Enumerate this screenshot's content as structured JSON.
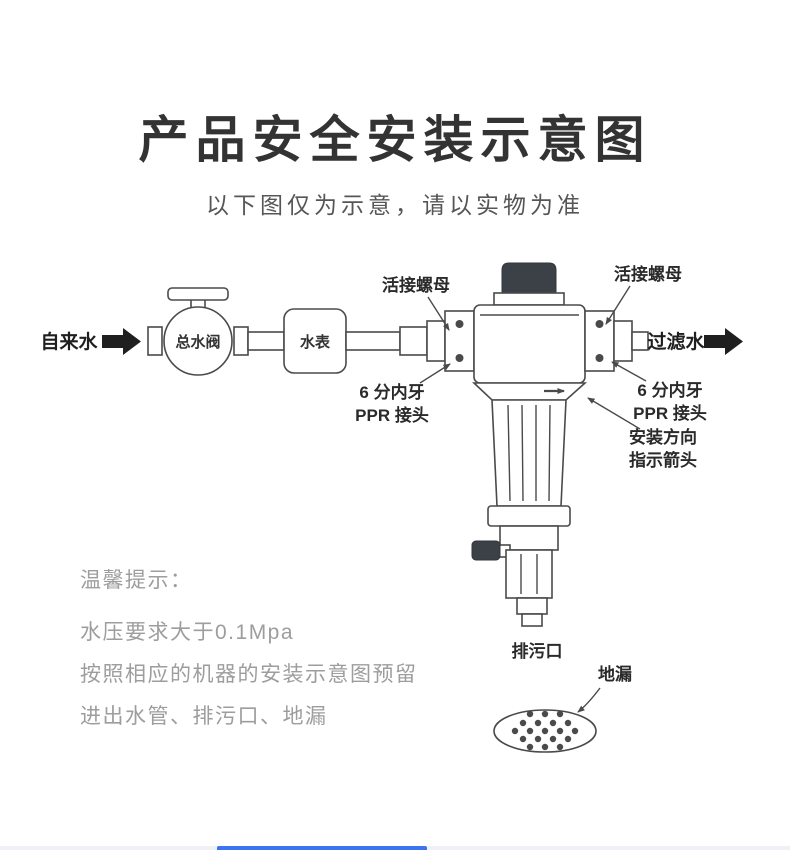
{
  "page": {
    "title": "产品安全安装示意图",
    "subtitle": "以下图仅为示意，请以实物为准"
  },
  "diagram": {
    "inlet_label": "自来水",
    "outlet_label": "过滤水",
    "main_valve_label": "总水阀",
    "water_meter_label": "水表",
    "union_nut_left_label": "活接螺母",
    "union_nut_right_label": "活接螺母",
    "ppr_left_line1": "6 分内牙",
    "ppr_left_line2": "PPR 接头",
    "ppr_right_line1": "6 分内牙",
    "ppr_right_line2": "PPR 接头",
    "direction_line1": "安装方向",
    "direction_line2": "指示箭头",
    "drain_outlet_label": "排污口",
    "floor_drain_label": "地漏"
  },
  "tips": {
    "heading": "温馨提示：",
    "lines": [
      "水压要求大于0.1Mpa",
      "按照相应的机器的安装示意图预留",
      "进出水管、排污口、地漏"
    ]
  },
  "colors": {
    "line_art": "#4a4a4a",
    "title_text": "#333333",
    "tips_text": "#9d9d9d",
    "dark_cap": "#3c4148",
    "flow_arrow": "#1f1f1f",
    "accent_strip": "#3e73f0"
  }
}
